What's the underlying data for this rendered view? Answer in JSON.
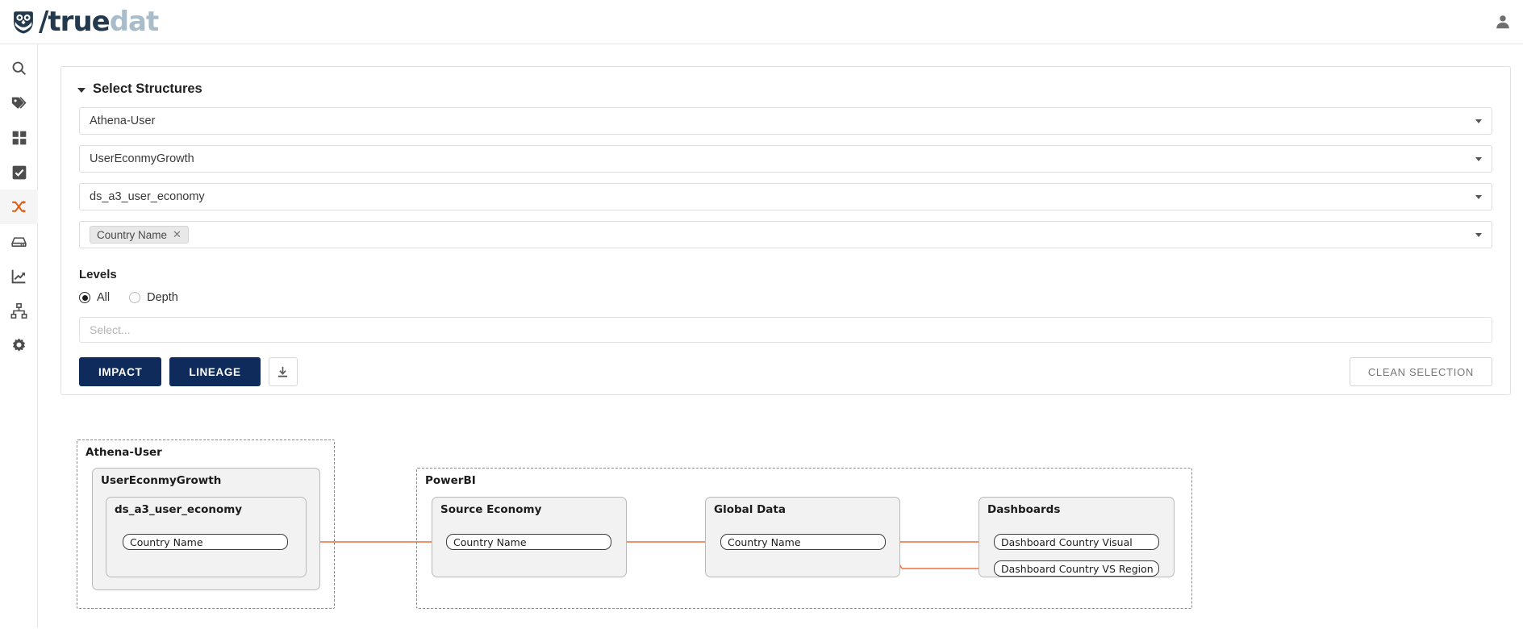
{
  "app": {
    "brand_primary": "true",
    "brand_secondary": "dat",
    "logo_icon": "owl-icon",
    "account_icon": "user-avatar-icon"
  },
  "sidebar": {
    "items": [
      {
        "icon": "search-icon",
        "name": "search",
        "active": false
      },
      {
        "icon": "tags-icon",
        "name": "glossary",
        "active": false
      },
      {
        "icon": "grid-icon",
        "name": "domains",
        "active": false
      },
      {
        "icon": "checkbox-icon",
        "name": "rules",
        "active": false
      },
      {
        "icon": "shuffle-icon",
        "name": "lineage",
        "active": true
      },
      {
        "icon": "database-icon",
        "name": "sources",
        "active": false
      },
      {
        "icon": "chart-icon",
        "name": "metrics",
        "active": false
      },
      {
        "icon": "sitemap-icon",
        "name": "hierarchy",
        "active": false
      },
      {
        "icon": "gear-icon",
        "name": "settings",
        "active": false
      }
    ],
    "active_color": "#e8590c"
  },
  "panel": {
    "title": "Select Structures",
    "collapse_icon": "caret-down-icon",
    "selects": [
      {
        "name": "system",
        "value": "Athena-User"
      },
      {
        "name": "group",
        "value": "UserEconmyGrowth"
      },
      {
        "name": "structure",
        "value": "ds_a3_user_economy"
      }
    ],
    "field_chip": {
      "label": "Country Name",
      "remove_icon": "close-icon"
    },
    "levels": {
      "label": "Levels",
      "options": [
        {
          "label": "All",
          "selected": true
        },
        {
          "label": "Depth",
          "selected": false
        }
      ],
      "depth_placeholder": "Select..."
    },
    "buttons": {
      "impact": "IMPACT",
      "lineage": "LINEAGE",
      "download_icon": "download-icon",
      "clean_selection": "CLEAN SELECTION"
    }
  },
  "graph": {
    "edge_color": "#ef8354",
    "groups": [
      {
        "name": "athena-user-system",
        "title": "Athena-User",
        "type": "dashed",
        "children": [
          {
            "name": "usereconmygrowth-group",
            "title": "UserEconmyGrowth",
            "type": "solid",
            "children": [
              {
                "name": "ds-a3-user-economy-structure",
                "title": "ds_a3_user_economy",
                "type": "solid",
                "nodes": [
                  "Country Name"
                ]
              }
            ]
          }
        ]
      },
      {
        "name": "powerbi-system",
        "title": "PowerBI",
        "type": "dashed",
        "children": [
          {
            "name": "source-economy-group",
            "title": "Source Economy",
            "type": "solid",
            "nodes": [
              "Country Name"
            ]
          },
          {
            "name": "global-data-group",
            "title": "Global Data",
            "type": "solid",
            "nodes": [
              "Country Name"
            ]
          },
          {
            "name": "dashboards-group",
            "title": "Dashboards",
            "type": "solid",
            "nodes": [
              "Dashboard Country Visual",
              "Dashboard Country VS Region"
            ]
          }
        ]
      }
    ]
  }
}
